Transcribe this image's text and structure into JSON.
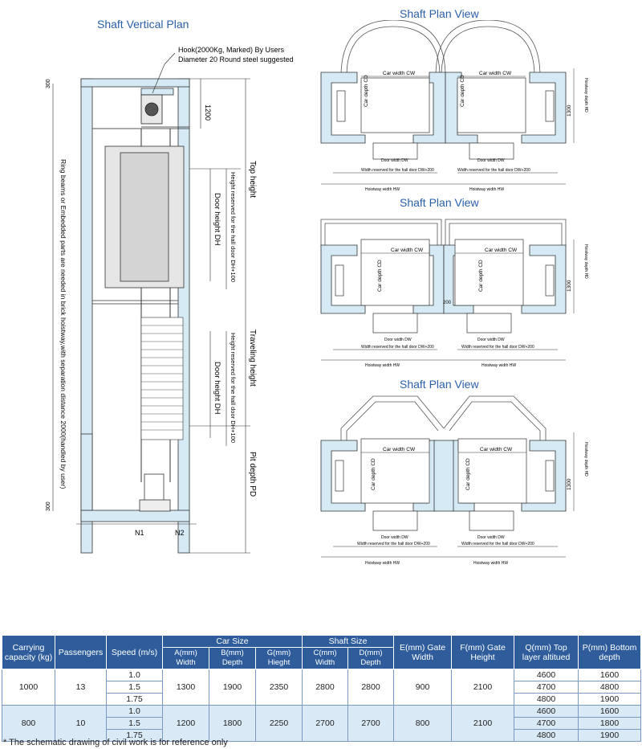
{
  "titles": {
    "vertical": "Shaft Vertical Plan",
    "plan1": "Shaft Plan View",
    "plan2": "Shaft Plan View",
    "plan3": "Shaft Plan View"
  },
  "vertical_labels": {
    "hook_line1": "Hook(2000Kg, Marked) By Users",
    "hook_line2": "Diameter 20 Round steel suggested",
    "dim_1200": "1200",
    "dim_300a": "300",
    "dim_300b": "300",
    "top_height": "Top height",
    "traveling_height": "Traveling height",
    "pit_depth": "Pit depth PD",
    "door_height_1": "Door height DH",
    "door_height_2": "Door height DH",
    "reserved_1": "Height reserved for the hall door DH+100",
    "reserved_2": "Height reserved for the hall door DH+100",
    "ring_beams": "Ring beams or Embedded parts are needed in brick hoistway,with separation distance 2000(handled by user)",
    "n1": "N1",
    "n2": "N2"
  },
  "plan_labels": {
    "car_width": "Car width  CW",
    "car_depth": "Car depth  CD",
    "door_width": "Door width  DW",
    "width_reserved": "Width reserved for the hall door  DW+200",
    "hoistway_width": "Hoistway  width  HW",
    "hoistway_depth": "Hoistway  depth  HD",
    "dim_1300": "1300",
    "dim_200": "200"
  },
  "table": {
    "headers": {
      "capacity": "Carrying capacity (kg)",
      "passengers": "Passengers",
      "speed": "Speed (m/s)",
      "car_size": "Car Size",
      "shaft_size": "Shaft Size",
      "gate_width": "E(mm) Gate  Width",
      "gate_height": "F(mm) Gate Height",
      "top_layer": "Q(mm) Top layer altitued",
      "bottom_depth": "P(mm) Bottom depth",
      "a_width": "A(mm)  Width",
      "b_depth": "B(mm) Depth",
      "g_height": "G(mm) Hieght",
      "c_width": "C(mm)  Width",
      "d_depth": "D(mm) Depth"
    },
    "groups": [
      {
        "capacity": "1000",
        "passengers": "13",
        "speeds": [
          "1.0",
          "1.5",
          "1.75"
        ],
        "a": "1300",
        "b": "1900",
        "g": "2350",
        "c": "2800",
        "d": "2800",
        "e": "900",
        "f": "2100",
        "q": [
          "4600",
          "4700",
          "4800"
        ],
        "p": [
          "1600",
          "4800",
          "1900"
        ]
      },
      {
        "capacity": "800",
        "passengers": "10",
        "speeds": [
          "1.0",
          "1.5",
          "1.75"
        ],
        "a": "1200",
        "b": "1800",
        "g": "2250",
        "c": "2700",
        "d": "2700",
        "e": "800",
        "f": "2100",
        "q": [
          "4600",
          "4700",
          "4800"
        ],
        "p": [
          "1600",
          "1800",
          "1900"
        ]
      }
    ]
  },
  "note": "* The schematic drawing of civil work is for reference only",
  "colors": {
    "title_blue": "#2a5fa8",
    "wall_blue": "#d6eaf6",
    "header_blue": "#2f5d9b",
    "row_shade": "#d9e9f6"
  }
}
